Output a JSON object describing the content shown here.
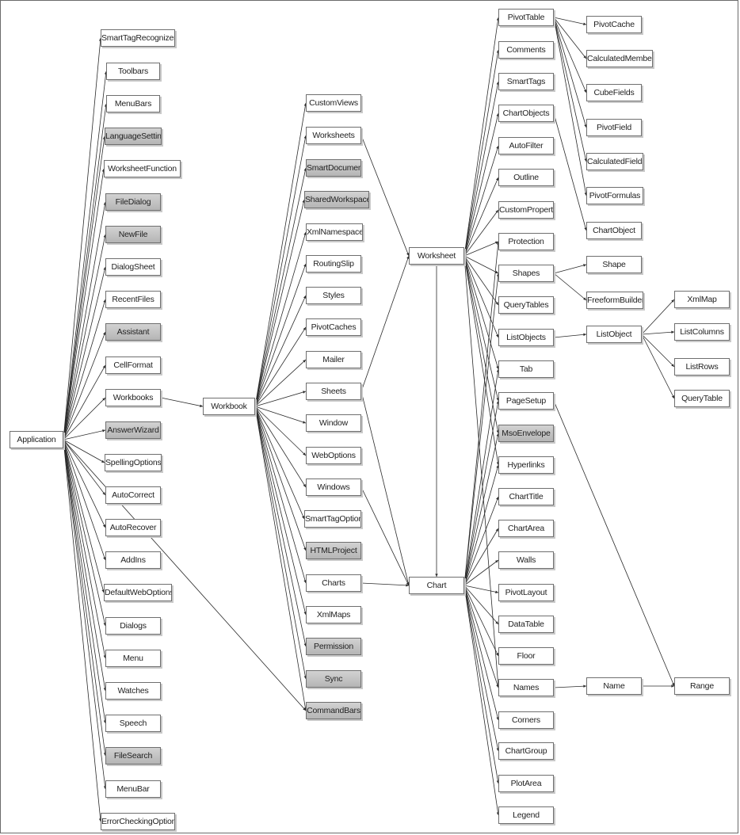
{
  "diagram": {
    "colors": {
      "line": "#2b2b2b",
      "box_border": "#6f6f6f",
      "highlight_fill": "#c4c4c4"
    },
    "nodes": {
      "application": "Application",
      "smarttagrecognizers": "SmartTagRecognizers",
      "toolbars": "Toolbars",
      "menubars": "MenuBars",
      "languagesettings": "LanguageSettings",
      "worksheetfunction": "WorksheetFunction",
      "filedialog": "FileDialog",
      "newfile": "NewFile",
      "dialogsheet": "DialogSheet",
      "recentfiles": "RecentFiles",
      "assistant": "Assistant",
      "cellformat": "CellFormat",
      "workbooks": "Workbooks",
      "answerwizard": "AnswerWizard",
      "spellingoptions": "SpellingOptions",
      "autocorrect": "AutoCorrect",
      "autorecover": "AutoRecover",
      "addins": "AddIns",
      "defaultweboptions": "DefaultWebOptions",
      "dialogs": "Dialogs",
      "menu": "Menu",
      "watches": "Watches",
      "speech": "Speech",
      "filesearch": "FileSearch",
      "menubar": "MenuBar",
      "errorcheckingoptions": "ErrorCheckingOptions",
      "workbook": "Workbook",
      "customviews": "CustomViews",
      "worksheets": "Worksheets",
      "smartdocument": "SmartDocument",
      "sharedworkspace": "SharedWorkspace",
      "xmlnamespaces": "XmlNamespaces",
      "routingslip": "RoutingSlip",
      "styles": "Styles",
      "pivotcaches": "PivotCaches",
      "mailer": "Mailer",
      "sheets": "Sheets",
      "window": "Window",
      "weboptions": "WebOptions",
      "windows": "Windows",
      "smarttagoptions": "SmartTagOptions",
      "htmlproject": "HTMLProject",
      "charts": "Charts",
      "xmlmaps": "XmlMaps",
      "permission": "Permission",
      "sync": "Sync",
      "commandbars": "CommandBars",
      "worksheet": "Worksheet",
      "chart": "Chart",
      "pivottable": "PivotTable",
      "comments": "Comments",
      "smarttags": "SmartTags",
      "chartobjects": "ChartObjects",
      "autofilter": "AutoFilter",
      "outline": "Outline",
      "customproperties": "CustomProperties",
      "protection": "Protection",
      "shapes": "Shapes",
      "querytables": "QueryTables",
      "listobjects": "ListObjects",
      "tab": "Tab",
      "pagesetup": "PageSetup",
      "msoenvelope": "MsoEnvelope",
      "hyperlinks": "Hyperlinks",
      "charttitle": "ChartTitle",
      "chartarea": "ChartArea",
      "walls": "Walls",
      "pivotlayout": "PivotLayout",
      "datatable": "DataTable",
      "floor": "Floor",
      "names": "Names",
      "corners": "Corners",
      "chartgroup": "ChartGroup",
      "plotarea": "PlotArea",
      "legend": "Legend",
      "pivotcache": "PivotCache",
      "calculatedmembers": "CalculatedMembers",
      "cubefields": "CubeFields",
      "pivotfield": "PivotField",
      "calculatedfields": "CalculatedFields",
      "pivotformulas": "PivotFormulas",
      "chartobject": "ChartObject",
      "shape": "Shape",
      "freeformbuilder": "FreeformBuilder",
      "listobject": "ListObject",
      "name": "Name",
      "xmlmap": "XmlMap",
      "listcolumns": "ListColumns",
      "listrows": "ListRows",
      "querytable": "QueryTable",
      "range": "Range"
    },
    "edges": [
      [
        "application",
        "smarttagrecognizers"
      ],
      [
        "application",
        "toolbars"
      ],
      [
        "application",
        "menubars"
      ],
      [
        "application",
        "languagesettings"
      ],
      [
        "application",
        "worksheetfunction"
      ],
      [
        "application",
        "filedialog"
      ],
      [
        "application",
        "newfile"
      ],
      [
        "application",
        "dialogsheet"
      ],
      [
        "application",
        "recentfiles"
      ],
      [
        "application",
        "assistant"
      ],
      [
        "application",
        "cellformat"
      ],
      [
        "application",
        "workbooks"
      ],
      [
        "application",
        "answerwizard"
      ],
      [
        "application",
        "spellingoptions"
      ],
      [
        "application",
        "autocorrect"
      ],
      [
        "application",
        "autorecover"
      ],
      [
        "application",
        "addins"
      ],
      [
        "application",
        "defaultweboptions"
      ],
      [
        "application",
        "dialogs"
      ],
      [
        "application",
        "menu"
      ],
      [
        "application",
        "watches"
      ],
      [
        "application",
        "speech"
      ],
      [
        "application",
        "filesearch"
      ],
      [
        "application",
        "menubar"
      ],
      [
        "application",
        "errorcheckingoptions"
      ],
      [
        "application",
        "commandbars"
      ],
      [
        "workbooks",
        "workbook"
      ],
      [
        "workbook",
        "customviews"
      ],
      [
        "workbook",
        "worksheets"
      ],
      [
        "workbook",
        "smartdocument"
      ],
      [
        "workbook",
        "sharedworkspace"
      ],
      [
        "workbook",
        "xmlnamespaces"
      ],
      [
        "workbook",
        "routingslip"
      ],
      [
        "workbook",
        "styles"
      ],
      [
        "workbook",
        "pivotcaches"
      ],
      [
        "workbook",
        "mailer"
      ],
      [
        "workbook",
        "sheets"
      ],
      [
        "workbook",
        "window"
      ],
      [
        "workbook",
        "weboptions"
      ],
      [
        "workbook",
        "windows"
      ],
      [
        "workbook",
        "smarttagoptions"
      ],
      [
        "workbook",
        "htmlproject"
      ],
      [
        "workbook",
        "charts"
      ],
      [
        "workbook",
        "xmlmaps"
      ],
      [
        "workbook",
        "permission"
      ],
      [
        "workbook",
        "sync"
      ],
      [
        "workbook",
        "commandbars"
      ],
      [
        "worksheets",
        "worksheet"
      ],
      [
        "sheets",
        "worksheet"
      ],
      [
        "sheets",
        "chart"
      ],
      [
        "windows",
        "chart"
      ],
      [
        "charts",
        "chart"
      ],
      [
        "worksheet",
        "chart"
      ],
      [
        "worksheet",
        "pivottable"
      ],
      [
        "worksheet",
        "comments"
      ],
      [
        "worksheet",
        "smarttags"
      ],
      [
        "worksheet",
        "chartobjects"
      ],
      [
        "worksheet",
        "autofilter"
      ],
      [
        "worksheet",
        "outline"
      ],
      [
        "worksheet",
        "customproperties"
      ],
      [
        "worksheet",
        "protection"
      ],
      [
        "worksheet",
        "shapes"
      ],
      [
        "worksheet",
        "querytables"
      ],
      [
        "worksheet",
        "listobjects"
      ],
      [
        "worksheet",
        "tab"
      ],
      [
        "worksheet",
        "pagesetup"
      ],
      [
        "worksheet",
        "msoenvelope"
      ],
      [
        "worksheet",
        "hyperlinks"
      ],
      [
        "worksheet",
        "names"
      ],
      [
        "chart",
        "tab"
      ],
      [
        "chart",
        "pagesetup"
      ],
      [
        "chart",
        "msoenvelope"
      ],
      [
        "chart",
        "hyperlinks"
      ],
      [
        "chart",
        "charttitle"
      ],
      [
        "chart",
        "chartarea"
      ],
      [
        "chart",
        "walls"
      ],
      [
        "chart",
        "pivotlayout"
      ],
      [
        "chart",
        "datatable"
      ],
      [
        "chart",
        "floor"
      ],
      [
        "chart",
        "names"
      ],
      [
        "chart",
        "corners"
      ],
      [
        "chart",
        "chartgroup"
      ],
      [
        "chart",
        "plotarea"
      ],
      [
        "chart",
        "legend"
      ],
      [
        "chart",
        "shapes"
      ],
      [
        "chart",
        "protection"
      ],
      [
        "pivottable",
        "pivotcache"
      ],
      [
        "pivottable",
        "calculatedmembers"
      ],
      [
        "pivottable",
        "cubefields"
      ],
      [
        "pivottable",
        "pivotfield"
      ],
      [
        "pivottable",
        "calculatedfields"
      ],
      [
        "pivottable",
        "pivotformulas"
      ],
      [
        "chartobjects",
        "chartobject"
      ],
      [
        "shapes",
        "shape"
      ],
      [
        "shapes",
        "freeformbuilder"
      ],
      [
        "listobjects",
        "listobject"
      ],
      [
        "listobject",
        "xmlmap"
      ],
      [
        "listobject",
        "listcolumns"
      ],
      [
        "listobject",
        "listrows"
      ],
      [
        "listobject",
        "querytable"
      ],
      [
        "names",
        "name"
      ],
      [
        "name",
        "range"
      ],
      [
        "pagesetup",
        "range"
      ]
    ]
  }
}
